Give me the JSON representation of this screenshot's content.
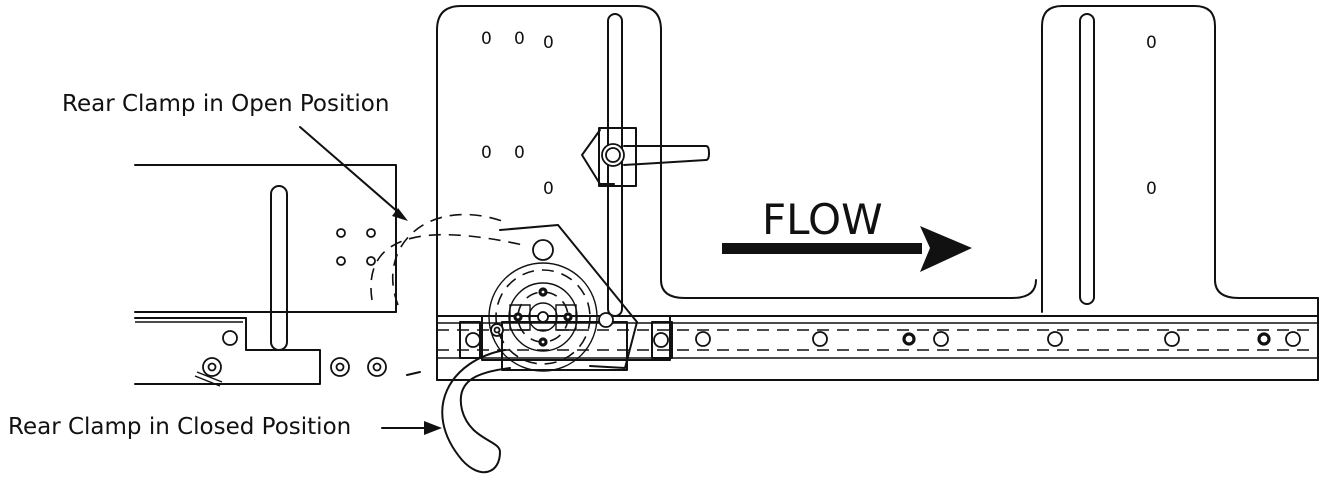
{
  "labels": {
    "rear_clamp_open": "Rear Clamp in Open Position",
    "rear_clamp_closed": "Rear Clamp in Closed Position",
    "flow": "FLOW"
  },
  "hole_mark": "0",
  "colors": {
    "line": "#111111",
    "background": "#ffffff"
  }
}
